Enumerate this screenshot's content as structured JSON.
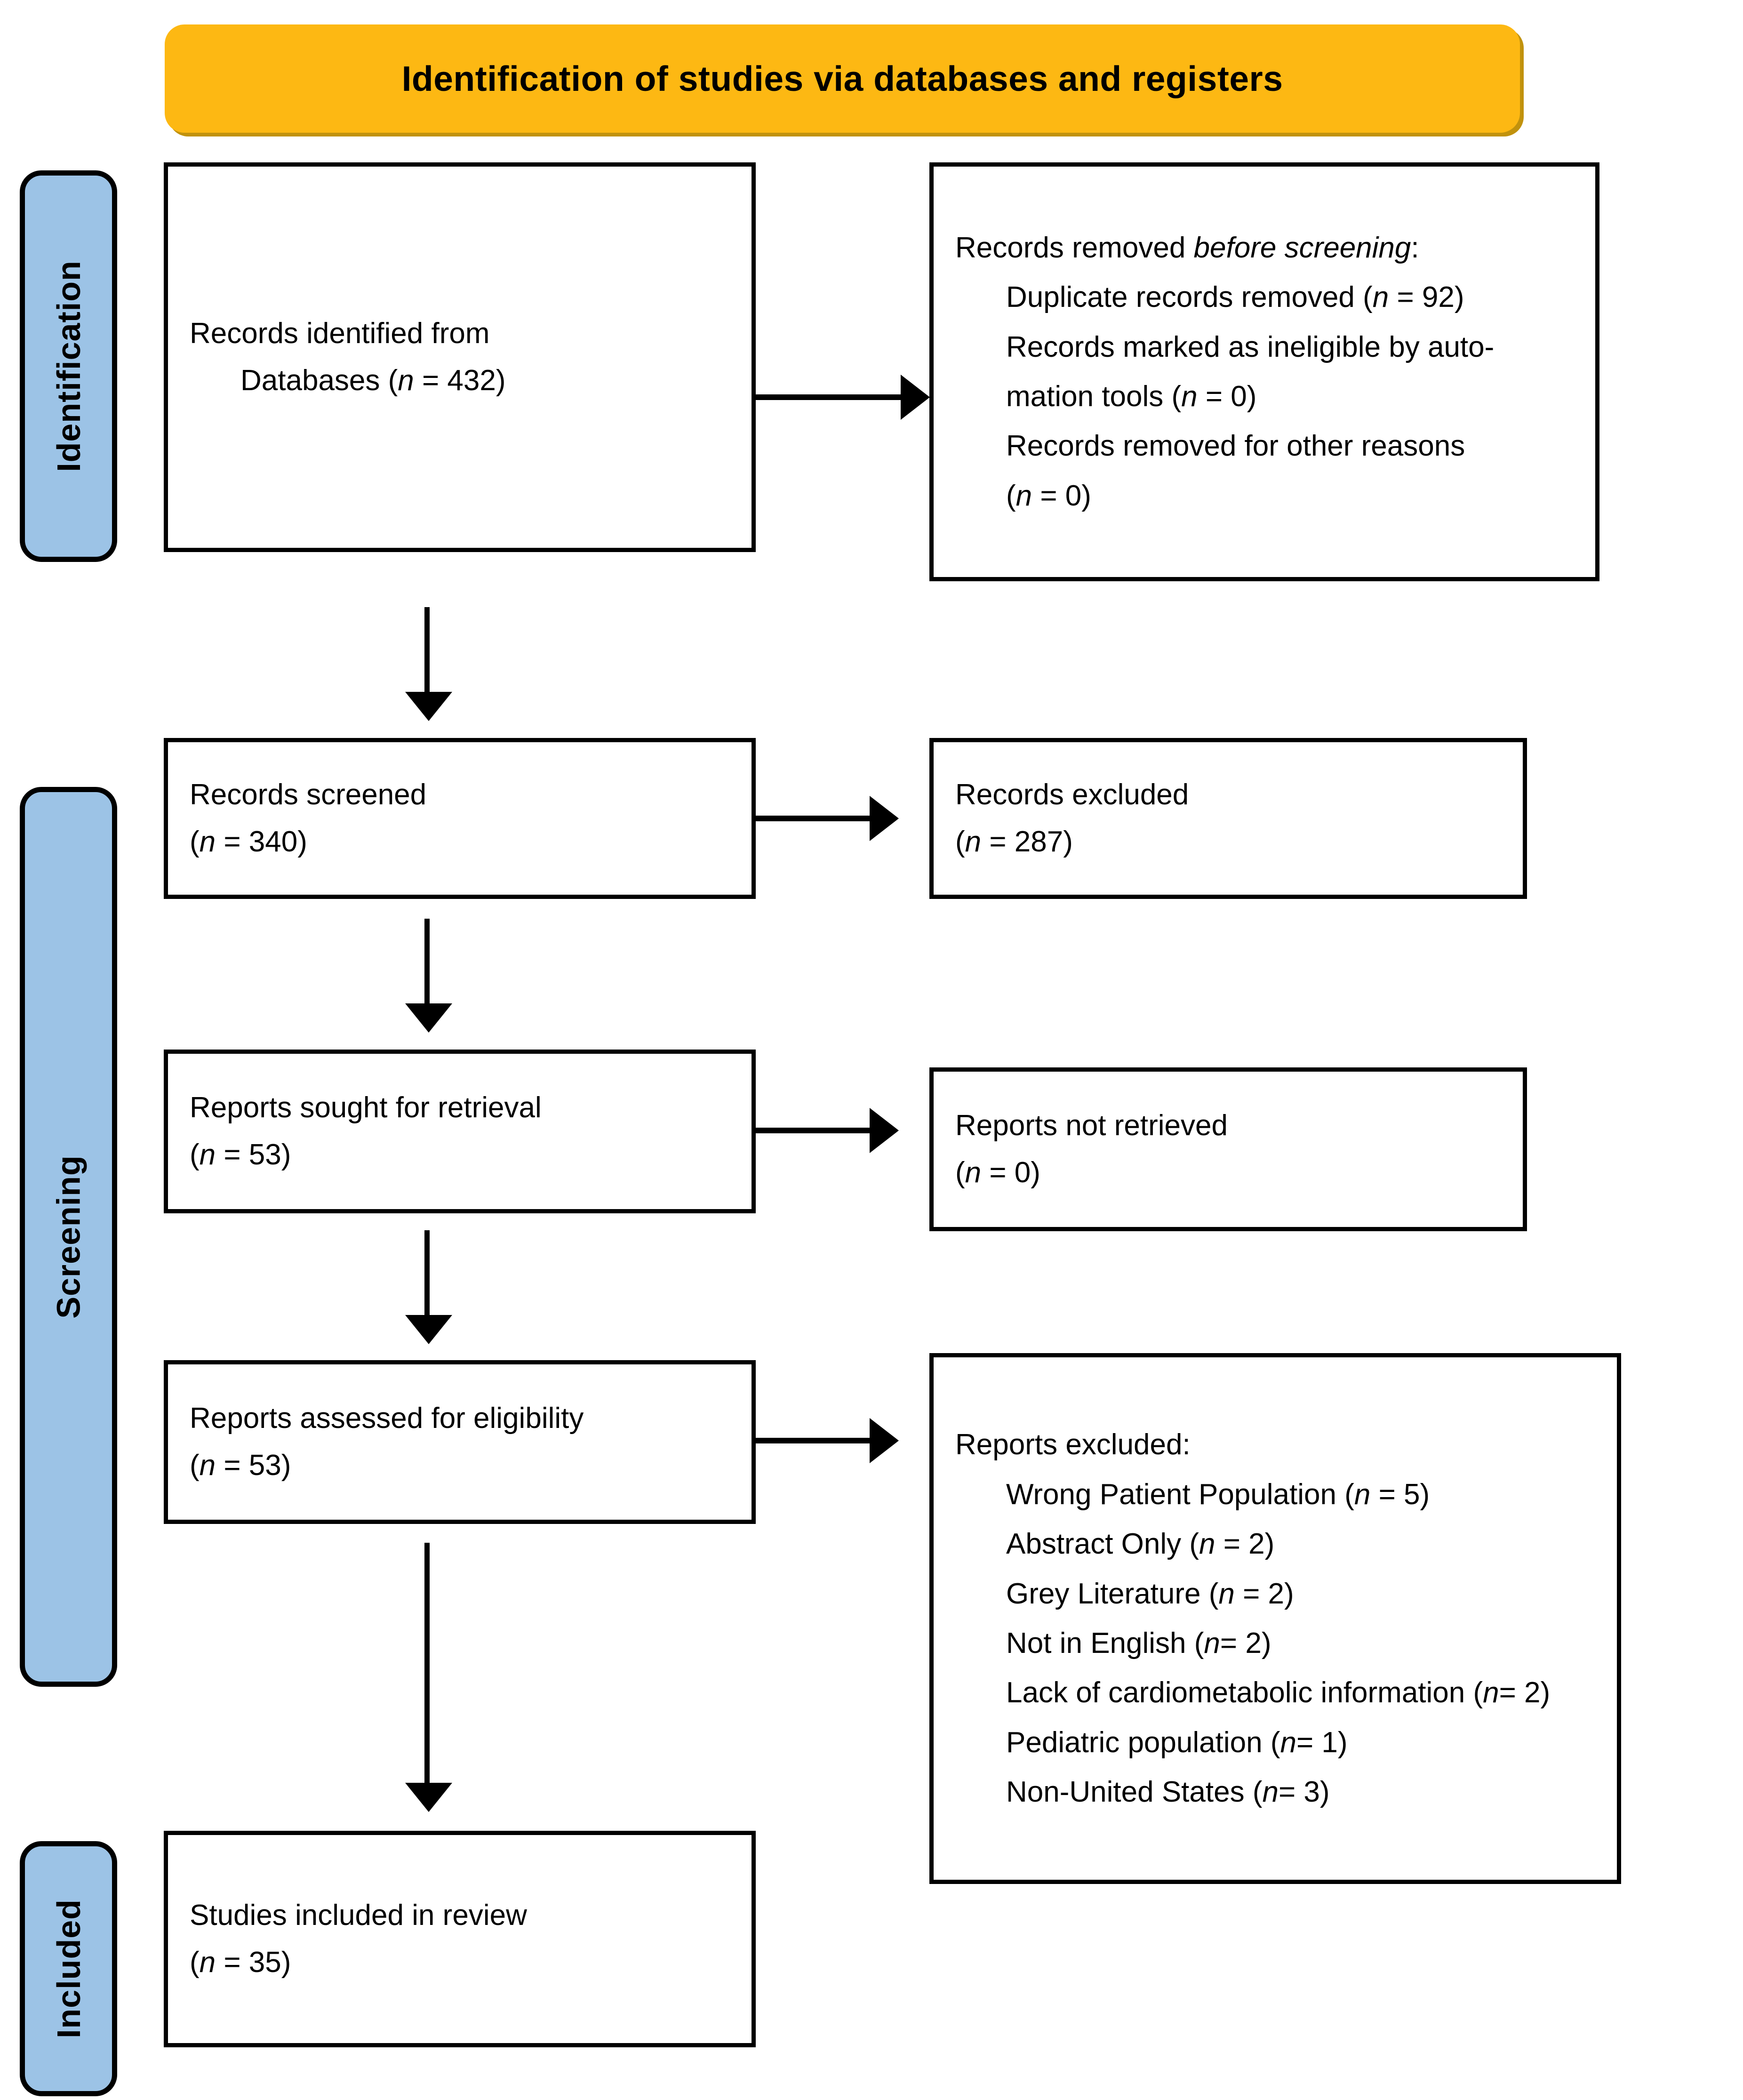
{
  "diagram": {
    "type": "prisma-flow-diagram",
    "banner_title": "Identification of studies via databases and registers",
    "colors": {
      "banner": "#FDB813",
      "stage_label": "#9CC3E6",
      "box_border": "#000000",
      "text": "#000000"
    }
  },
  "stages": [
    {
      "id": "identification",
      "label": "Identification"
    },
    {
      "id": "screening",
      "label": "Screening"
    },
    {
      "id": "included",
      "label": "Included"
    }
  ],
  "boxes": {
    "identified": {
      "line1": "Records identified from",
      "line2_prefix": "Databases (",
      "line2_n": "n",
      "line2_suffix": " = 432)"
    },
    "removed": {
      "heading_prefix": "Records removed ",
      "heading_italic": "before screening",
      "heading_suffix": ":",
      "items": [
        {
          "text_prefix": "Duplicate records removed (",
          "n": "n",
          "text_suffix": " = 92)"
        },
        {
          "text_prefix": "Records marked as ineligible by auto-mation tools (",
          "n": "n",
          "text_suffix": " = 0)"
        },
        {
          "text_prefix": "Records removed for other reasons (",
          "n": "n",
          "text_suffix": " = 0)"
        }
      ],
      "line_a": "Duplicate records removed (",
      "line_a_suffix": " = 92)",
      "line_b": "Records marked as ineligible by auto-",
      "line_c_prefix": "mation tools (",
      "line_c_suffix": " = 0)",
      "line_d": "Records removed for other reasons",
      "line_e_prefix": "(",
      "line_e_suffix": " = 0)",
      "n_symbol": "n"
    },
    "screened": {
      "line1": "Records screened",
      "line2_prefix": "(",
      "line2_n": "n",
      "line2_suffix": " = 340)"
    },
    "records_excluded": {
      "line1": "Records excluded",
      "line2_prefix": "(",
      "line2_n": "n",
      "line2_suffix": " = 287)"
    },
    "sought": {
      "line1": "Reports sought for retrieval",
      "line2_prefix": "(",
      "line2_n": "n",
      "line2_suffix": " = 53)"
    },
    "not_retrieved": {
      "line1": "Reports not retrieved",
      "line2_prefix": "(",
      "line2_n": "n",
      "line2_suffix": " = 0)"
    },
    "assessed": {
      "line1": "Reports assessed for eligibility",
      "line2_prefix": "(",
      "line2_n": "n",
      "line2_suffix": " = 53)"
    },
    "reports_excluded": {
      "heading": "Reports excluded:",
      "n_symbol": "n",
      "reasons": [
        {
          "label": "Wrong Patient Population (",
          "suffix": " = 5)",
          "count": 5
        },
        {
          "label": "Abstract Only (",
          "suffix": " = 2)",
          "count": 2
        },
        {
          "label": "Grey Literature (",
          "suffix": " = 2)",
          "count": 2
        },
        {
          "label": "Not in English (",
          "suffix": "= 2)",
          "count": 2
        },
        {
          "label": "Lack of cardiometabolic information (",
          "suffix": "= 2)",
          "count": 2
        },
        {
          "label": "Pediatric population (",
          "suffix": "= 1)",
          "count": 1
        },
        {
          "label": "Non-United States (",
          "suffix": "= 3)",
          "count": 3
        }
      ]
    },
    "included": {
      "line1": "Studies included in review",
      "line2_prefix": "(",
      "line2_n": "n",
      "line2_suffix": " = 35)"
    }
  },
  "counts": {
    "records_identified": 432,
    "duplicates_removed": 92,
    "ineligible_automation": 0,
    "removed_other": 0,
    "records_screened": 340,
    "records_excluded": 287,
    "reports_sought": 53,
    "reports_not_retrieved": 0,
    "reports_assessed": 53,
    "studies_included": 35
  }
}
